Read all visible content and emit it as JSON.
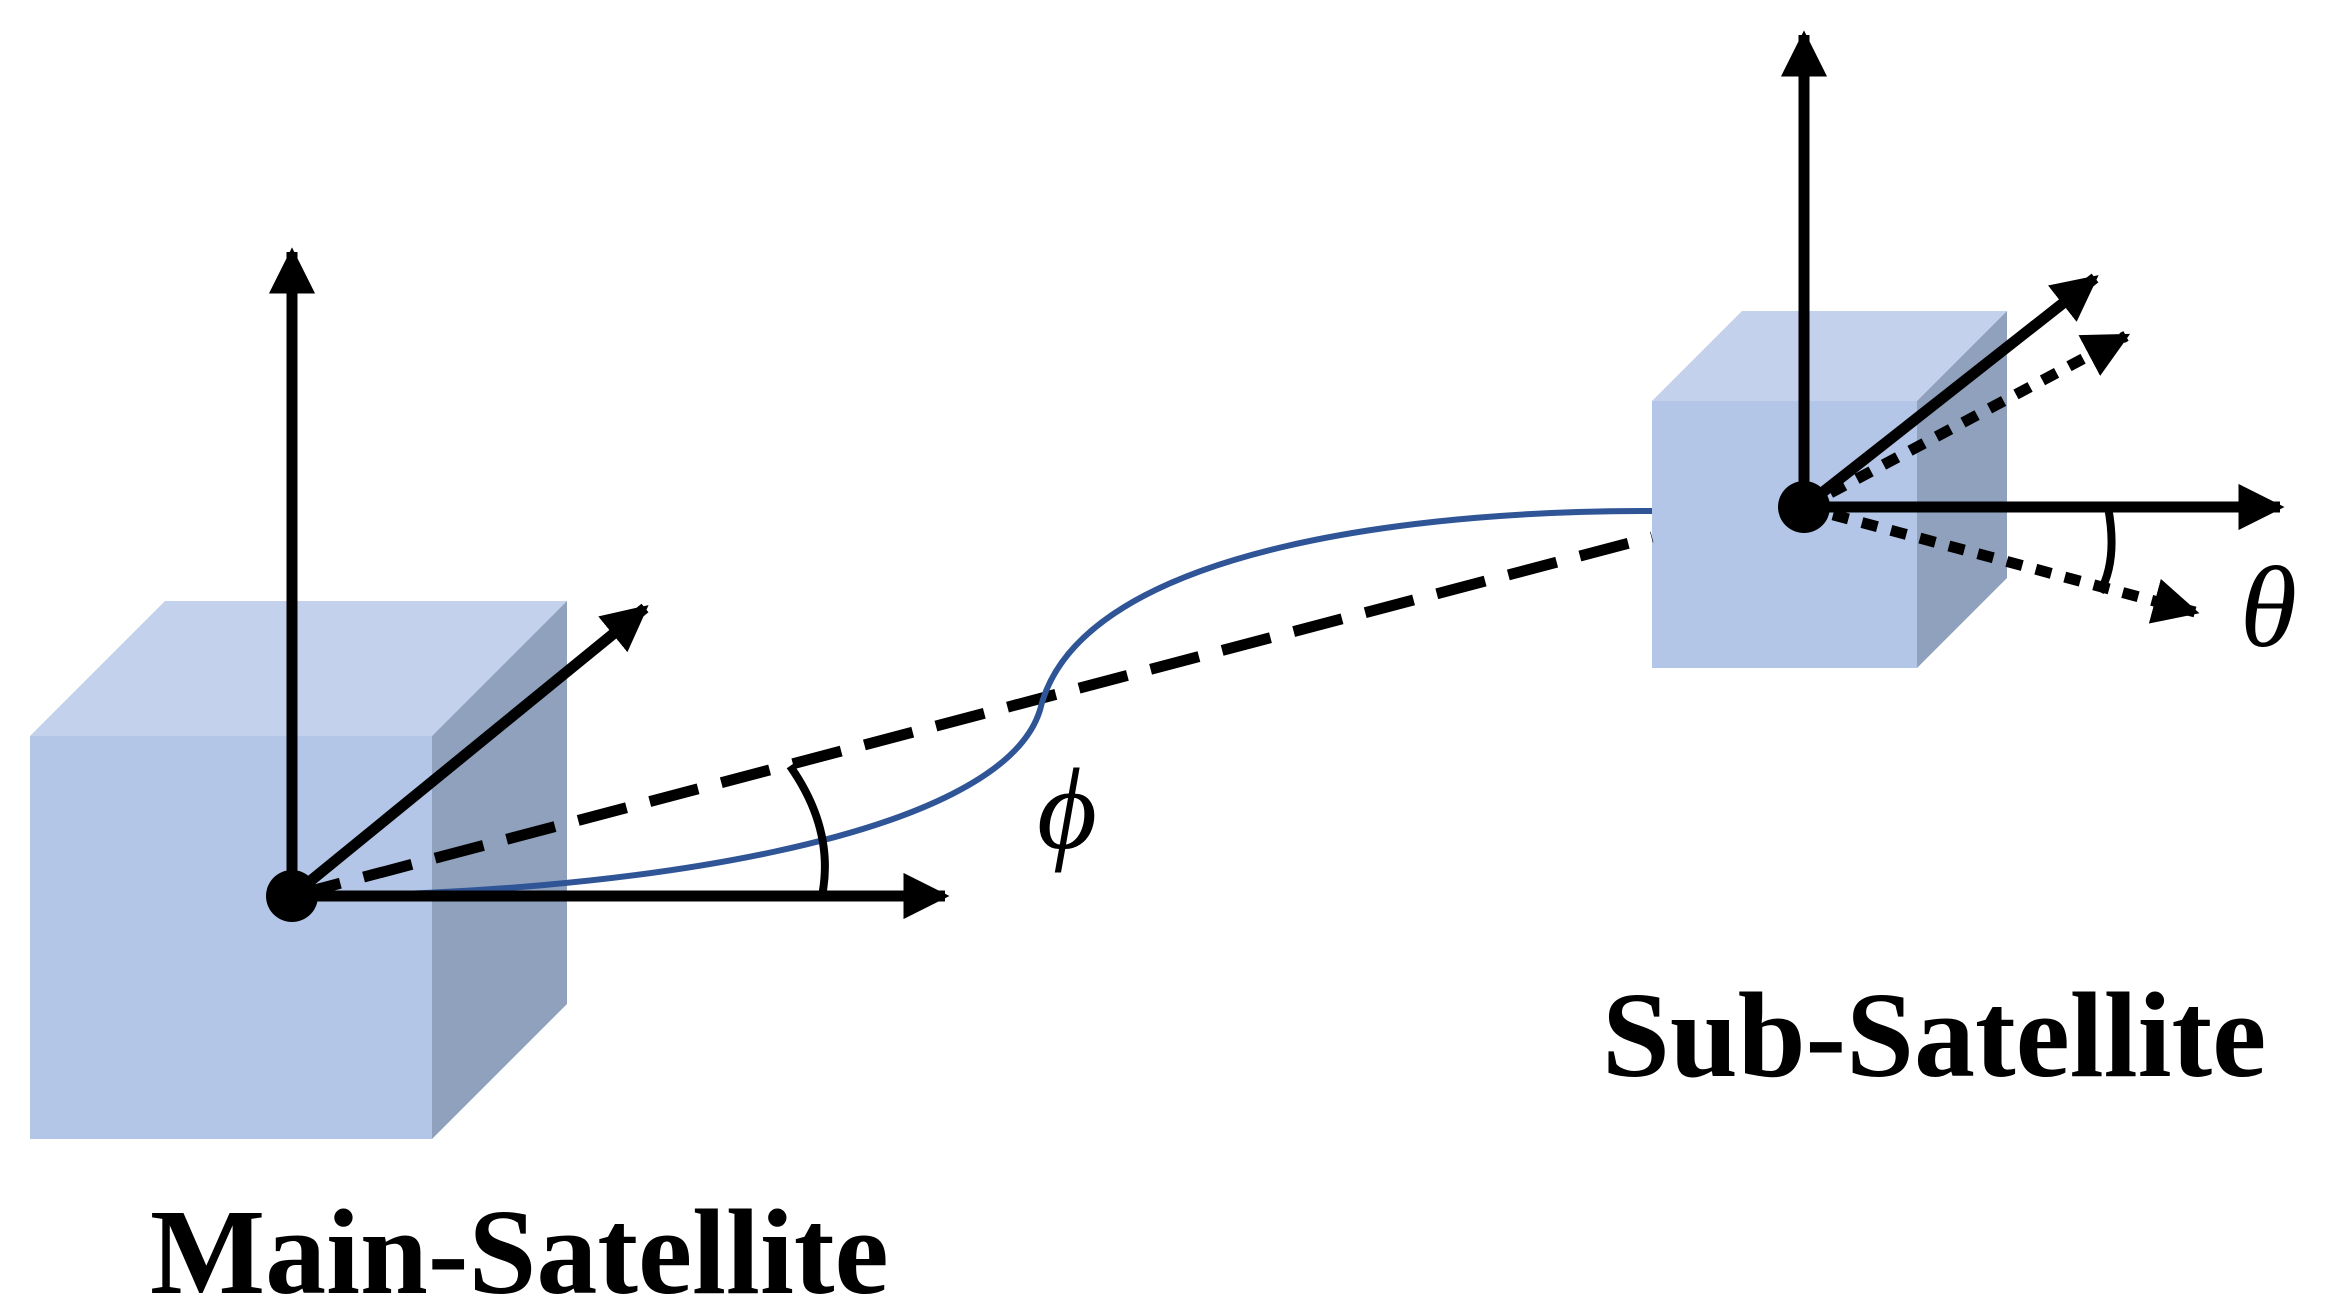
{
  "labels": {
    "main_satellite": "Main-Satellite",
    "sub_satellite": "Sub-Satellite",
    "phi": "ϕ",
    "theta": "θ"
  },
  "colors": {
    "cube_front": "#b4c6e7",
    "cube_top": "#c3d1ec",
    "cube_side": "#8fa1bd",
    "tether": "#2f5597",
    "arrows": "#000000"
  }
}
